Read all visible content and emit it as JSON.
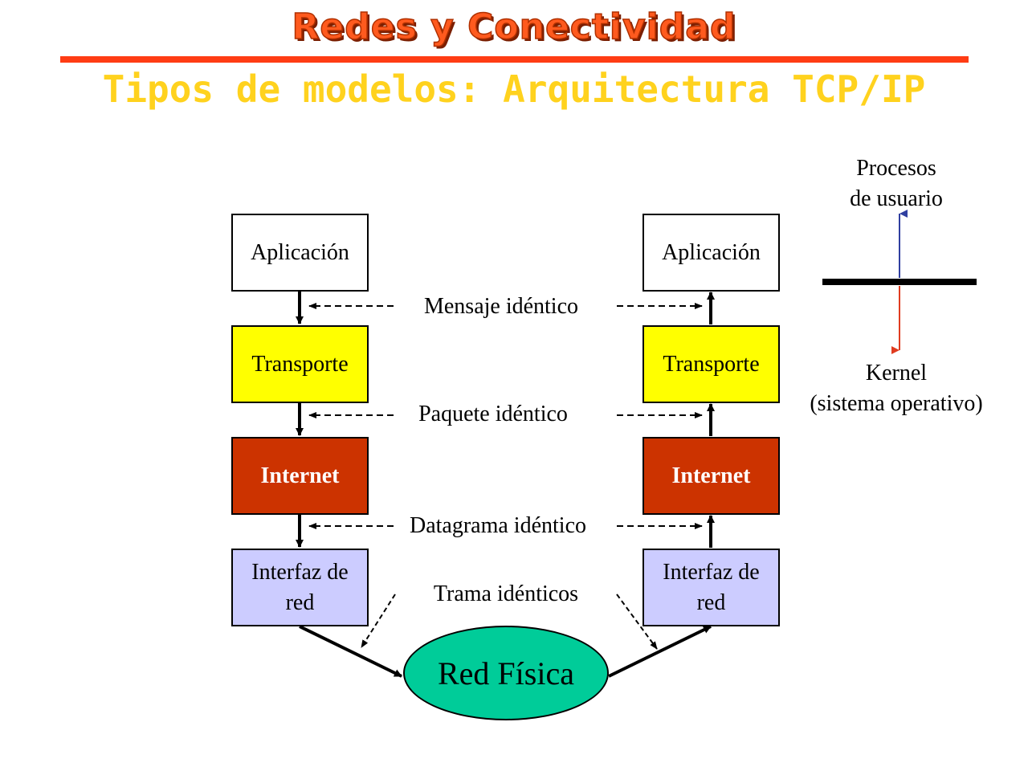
{
  "header": {
    "title": "Redes y Conectividad",
    "subtitle": "Tipos de modelos: Arquitectura TCP/IP"
  },
  "stack_left": {
    "aplicacion": "Aplicación",
    "transporte": "Transporte",
    "internet": "Internet",
    "interfaz": "Interfaz de red"
  },
  "stack_right": {
    "aplicacion": "Aplicación",
    "transporte": "Transporte",
    "internet": "Internet",
    "interfaz": "Interfaz de red"
  },
  "labels": {
    "mensaje": "Mensaje idéntico",
    "paquete": "Paquete idéntico",
    "datagrama": "Datagrama idéntico",
    "trama": "Trama idénticos"
  },
  "red_fisica": "Red Física",
  "legend": {
    "top_line1": "Procesos",
    "top_line2": "de usuario",
    "bottom_line1": "Kernel",
    "bottom_line2": "(sistema operativo)"
  },
  "colors": {
    "title": "#ff5a1e",
    "rule": "#ff3c14",
    "subtitle": "#ffd21e",
    "transporte": "#ffff00",
    "internet": "#cc3300",
    "interfaz": "#ccccff",
    "red_fisica": "#00cc99",
    "arrow_up": "#2f3fa0",
    "arrow_down": "#e03c20"
  }
}
